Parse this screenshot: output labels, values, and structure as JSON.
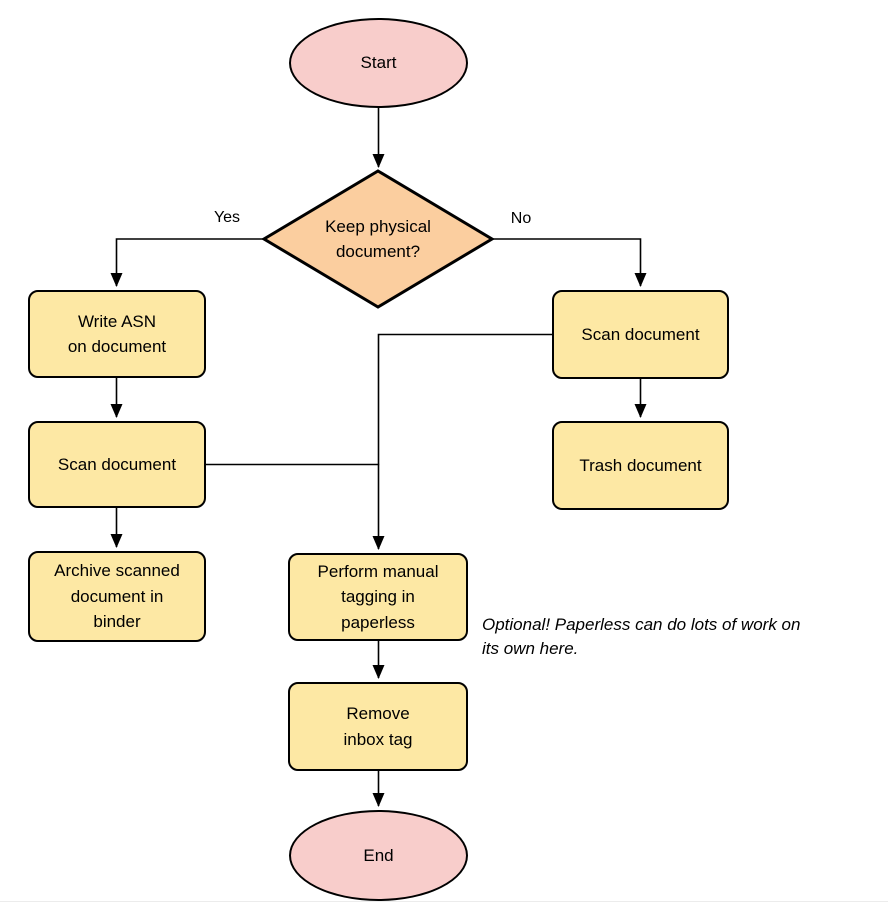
{
  "nodes": {
    "start": {
      "label": "Start",
      "type": "terminal"
    },
    "decision": {
      "label": "Keep physical\ndocument?",
      "type": "decision"
    },
    "write_asn": {
      "label": "Write ASN\non document",
      "type": "process"
    },
    "scan_left": {
      "label": "Scan document",
      "type": "process"
    },
    "archive": {
      "label": "Archive scanned\ndocument in\nbinder",
      "type": "process"
    },
    "scan_right": {
      "label": "Scan document",
      "type": "process"
    },
    "trash": {
      "label": "Trash document",
      "type": "process"
    },
    "tagging": {
      "label": "Perform manual\ntagging in\npaperless",
      "type": "process"
    },
    "remove": {
      "label": "Remove\ninbox tag",
      "type": "process"
    },
    "end": {
      "label": "End",
      "type": "terminal"
    }
  },
  "edge_labels": {
    "yes": "Yes",
    "no": "No"
  },
  "annotation": {
    "text": "Optional! Paperless can do lots of work on\nits own here."
  },
  "colors": {
    "terminal_fill": "#f8cdcb",
    "decision_fill": "#fbce9f",
    "process_fill": "#fde8a4",
    "stroke": "#000000",
    "background": "#ffffff"
  }
}
